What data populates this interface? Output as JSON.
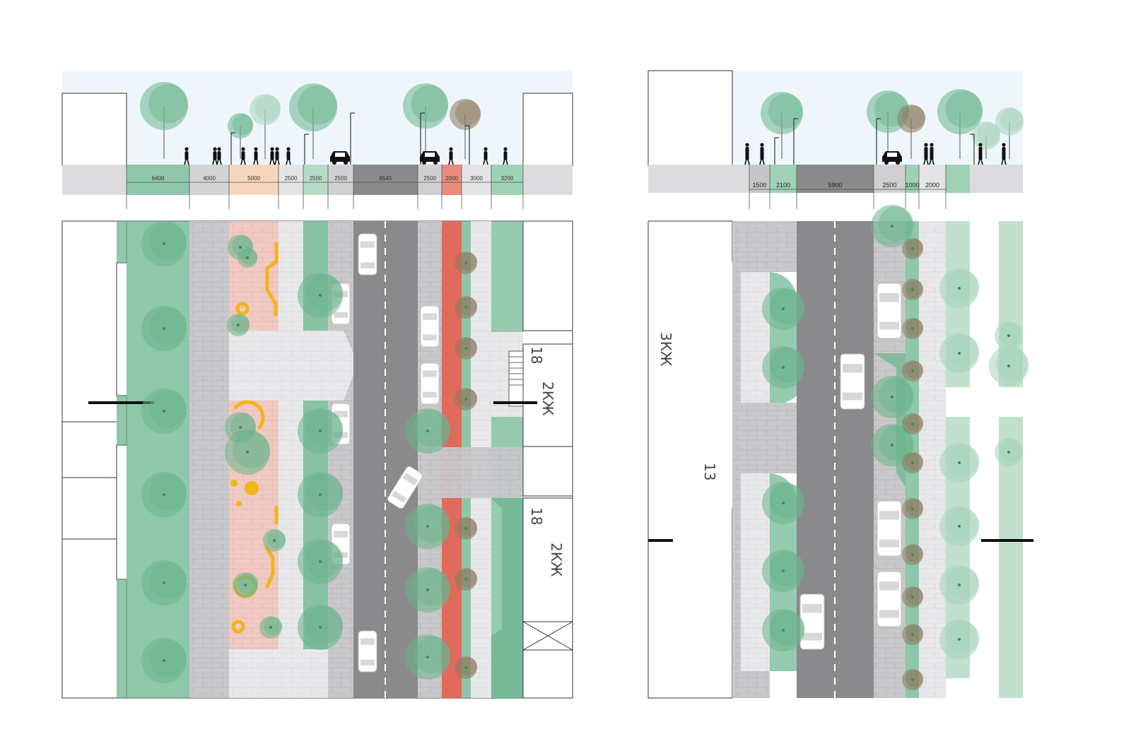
{
  "left": {
    "section_dims": [
      "6400",
      "4000",
      "5000",
      "2500",
      "2500",
      "2500",
      "6545",
      "2500",
      "2000",
      "3000",
      "3200"
    ],
    "building_labels": [
      "18",
      "2КЖ",
      "18",
      "2КЖ"
    ]
  },
  "right": {
    "section_dims": [
      "1500",
      "2100",
      "5900",
      "2500",
      "1000",
      "2000"
    ],
    "building_labels": [
      "3КЖ",
      "13"
    ]
  },
  "colors": {
    "green": "#6ab48c",
    "light_green": "#a6d3b9",
    "asphalt": "#8a8a8c",
    "paving": "#c9c9cb",
    "light_paving": "#e7e7e9",
    "bike_lane": "#e26a5a",
    "play_area": "#f3c4bd",
    "yellow": "#f3b51c",
    "sky": "#eef6fb",
    "tree_brown": "#8c7a5f"
  }
}
